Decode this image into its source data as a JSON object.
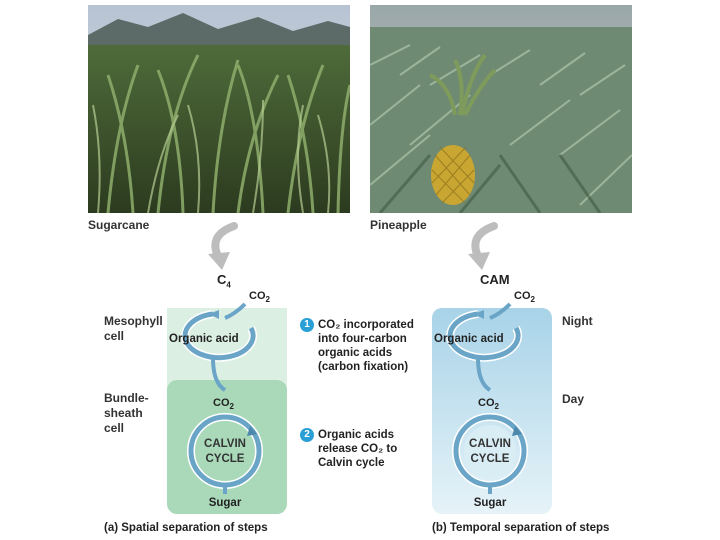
{
  "photos": {
    "left": {
      "caption": "Sugarcane"
    },
    "right": {
      "caption": "Pineapple"
    }
  },
  "c4": {
    "title": "C",
    "title_sub": "4",
    "co2_top": "CO",
    "co2_top_sub": "2",
    "organic_acid": "Organic acid",
    "co2_mid": "CO",
    "co2_mid_sub": "2",
    "calvin_line1": "CALVIN",
    "calvin_line2": "CYCLE",
    "sugar": "Sugar",
    "label_mesophyll": [
      "Mesophyll",
      "cell"
    ],
    "label_bundle": [
      "Bundle-",
      "sheath",
      "cell"
    ],
    "caption": "(a) Spatial separation of steps"
  },
  "cam": {
    "title": "CAM",
    "co2_top": "CO",
    "co2_top_sub": "2",
    "organic_acid": "Organic acid",
    "co2_mid": "CO",
    "co2_mid_sub": "2",
    "calvin_line1": "CALVIN",
    "calvin_line2": "CYCLE",
    "sugar": "Sugar",
    "label_night": "Night",
    "label_day": "Day",
    "caption": "(b) Temporal separation of steps"
  },
  "steps": [
    {
      "num": "1",
      "lines": [
        "CO₂ incorporated",
        "into four-carbon",
        "organic acids",
        "(carbon fixation)"
      ]
    },
    {
      "num": "2",
      "lines": [
        "Organic acids",
        "release CO₂ to",
        "Calvin cycle"
      ]
    }
  ],
  "colors": {
    "c4_mesophyll": "#dcefe3",
    "c4_bundle": "#a9d9b9",
    "cam_top": "#a8d3e8",
    "cam_bottom": "#e6f3f8",
    "cycle_arrow": "#6aa5c8",
    "step_badge": "#2a9fd6"
  }
}
